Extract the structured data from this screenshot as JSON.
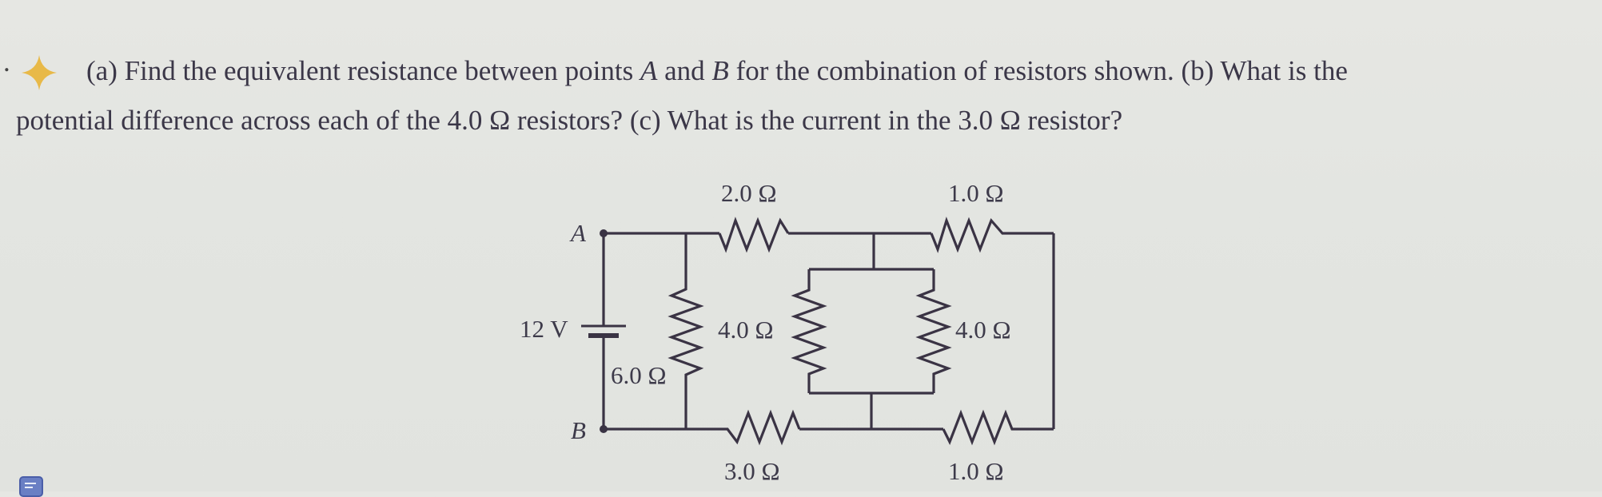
{
  "problem": {
    "marker": ".",
    "star_icon": "four-point-star-icon",
    "star_color": "#e8b948",
    "line1": {
      "part_a_prefix": "(a) Find the equivalent resistance between points ",
      "point_a": "A",
      "and": " and ",
      "point_b": "B",
      "part_a_suffix": " for the combination of resistors shown. (b) What is the"
    },
    "line2": "potential difference across each of the 4.0 Ω resistors? (c) What is the current in the 3.0 Ω resistor?"
  },
  "circuit": {
    "wire_color": "#3a3344",
    "battery": {
      "label": "12 V"
    },
    "terminals": {
      "a": "A",
      "b": "B"
    },
    "resistors": {
      "r_top_left": "2.0 Ω",
      "r_top_right": "1.0 Ω",
      "r_left_vertical": "6.0 Ω",
      "r_inner_left": "4.0 Ω",
      "r_inner_right": "4.0 Ω",
      "r_bottom_left": "3.0 Ω",
      "r_bottom_right": "1.0 Ω"
    }
  },
  "footer": {
    "icon": "note-icon"
  }
}
